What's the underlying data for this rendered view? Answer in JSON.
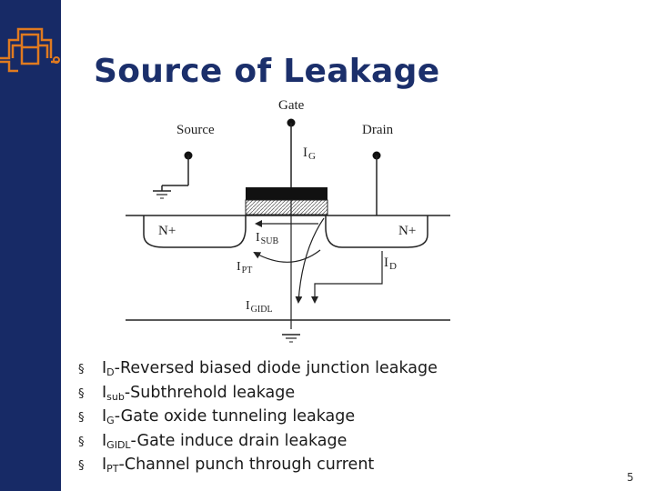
{
  "slide": {
    "title": "Source of Leakage",
    "page_number": "5"
  },
  "diagram": {
    "gate_label": "Gate",
    "source_label": "Source",
    "drain_label": "Drain",
    "n_left_label": "N+",
    "n_right_label": "N+",
    "ig_main": "I",
    "ig_sub": "G",
    "isub_main": "I",
    "isub_sub": "SUB",
    "ipt_main": "I",
    "ipt_sub": "PT",
    "id_main": "I",
    "id_sub": "D",
    "igidl_main": "I",
    "igidl_sub": "GIDL"
  },
  "bullets": [
    {
      "marker": "§",
      "main": "I",
      "sub": "D",
      "text": "-Reversed biased diode junction leakage"
    },
    {
      "marker": "§",
      "main": "I",
      "sub": "sub",
      "text": "-Subthrehold leakage"
    },
    {
      "marker": "§",
      "main": "I",
      "sub": "G",
      "text": "-Gate oxide tunneling leakage"
    },
    {
      "marker": "§",
      "main": "I",
      "sub": "GIDL",
      "text": "-Gate induce drain leakage"
    },
    {
      "marker": "§",
      "main": "I",
      "sub": "PT",
      "text": "-Channel punch through current"
    }
  ],
  "colors": {
    "sidebar": "#172a66",
    "logo": "#e07a20",
    "title": "#1b2f6b"
  },
  "icons": [
    "circuit-logo-icon"
  ]
}
